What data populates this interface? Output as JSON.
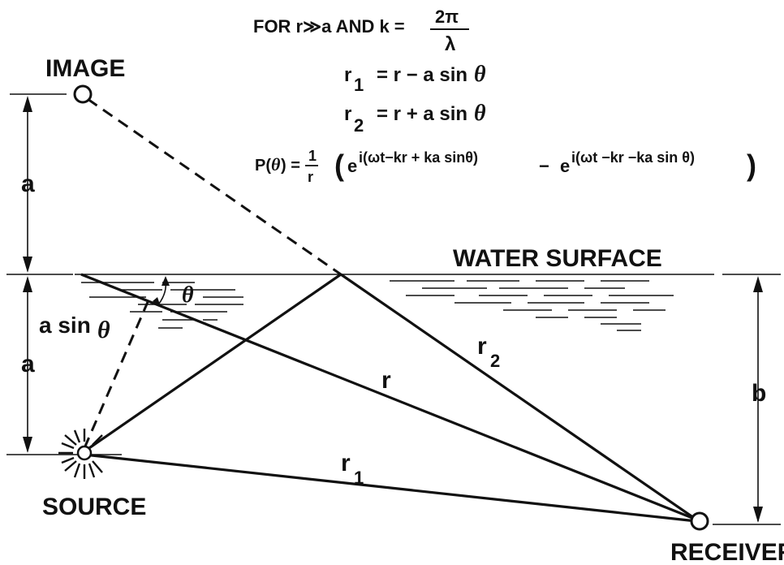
{
  "labels": {
    "image": "IMAGE",
    "source": "SOURCE",
    "receiver": "RECEIVER",
    "water_surface": "WATER SURFACE",
    "a_upper": "a",
    "a_lower": "a",
    "b": "b",
    "a_sin_theta": "a sin",
    "theta_small": "θ",
    "theta_angle": "θ",
    "r": "r",
    "r1": "r",
    "r1_sub": "1",
    "r2": "r",
    "r2_sub": "2"
  },
  "equations": {
    "cond_for": "FOR  r≫a  AND  k =",
    "cond_num": "2π",
    "cond_den": "λ",
    "r1_lhs": "r",
    "r1_sub": "1",
    "r1_rhs": "= r − a sin",
    "r1_theta": "θ",
    "r2_lhs": "r",
    "r2_sub": "2",
    "r2_rhs": "= r + a sin",
    "r2_theta": "θ",
    "p_lhs": "P(",
    "p_theta": "θ",
    "p_lhs_close": ") =",
    "p_frac_num": "1",
    "p_frac_den": "r",
    "p_open": "(",
    "p_e1": "e",
    "p_exp1": "i(ωt−kr + ka sinθ)",
    "p_minus": "−",
    "p_e2": "e",
    "p_exp2": "i(ωt −kr −ka sin θ)",
    "p_close": ")"
  }
}
